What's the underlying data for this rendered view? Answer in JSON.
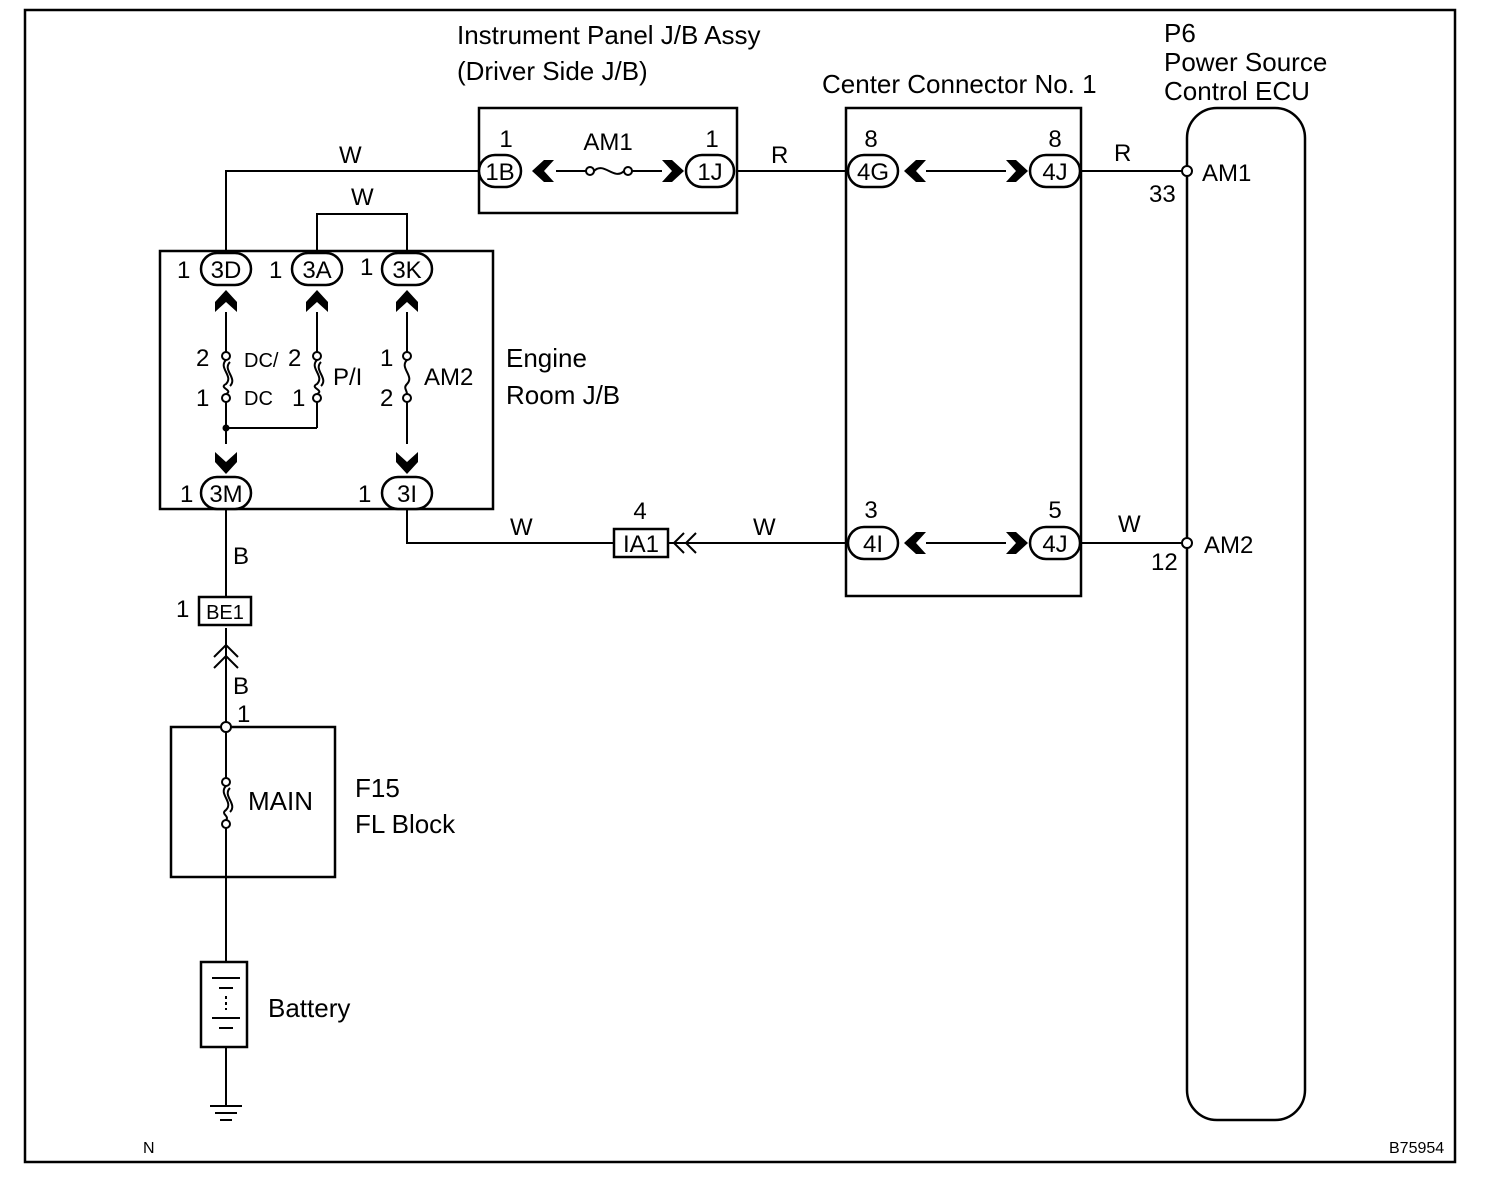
{
  "diagram_id": "B75954",
  "corner_mark": "N",
  "components": {
    "instrument_panel_jb": {
      "line1": "Instrument Panel J/B Assy",
      "line2": "(Driver Side J/B)",
      "fuse": "AM1"
    },
    "center_connector": {
      "label": "Center Connector No. 1"
    },
    "ecu": {
      "code": "P6",
      "line1": "Power Source",
      "line2": "Control ECU",
      "pin_am1": "AM1",
      "pin_am1_no": "33",
      "pin_am2": "AM2",
      "pin_am2_no": "12"
    },
    "engine_room_jb": {
      "line1": "Engine",
      "line2": "Room J/B",
      "fuse_dcdc_a": "DC/",
      "fuse_dcdc_b": "DC",
      "fuse_pi": "P/I",
      "fuse_am2": "AM2"
    },
    "fl_block": {
      "code": "F15",
      "label": "FL Block",
      "fuse": "MAIN"
    },
    "battery": {
      "label": "Battery"
    }
  },
  "connectors": {
    "c1B": {
      "id": "1B",
      "pin": "1"
    },
    "c1J": {
      "id": "1J",
      "pin": "1"
    },
    "c4G": {
      "id": "4G",
      "pin": "8"
    },
    "c4J_top": {
      "id": "4J",
      "pin": "8"
    },
    "c4I": {
      "id": "4I",
      "pin": "3"
    },
    "c4J_bot": {
      "id": "4J",
      "pin": "5"
    },
    "c3D": {
      "id": "3D",
      "pin": "1"
    },
    "c3A": {
      "id": "3A",
      "pin": "1"
    },
    "c3K": {
      "id": "3K",
      "pin": "1"
    },
    "c3M": {
      "id": "3M",
      "pin": "1"
    },
    "c3I": {
      "id": "3I",
      "pin": "1"
    },
    "cIA1": {
      "id": "IA1",
      "pin": "4"
    },
    "cBE1": {
      "id": "BE1",
      "pin": "1"
    }
  },
  "fuse_pins": {
    "p2": "2",
    "p1": "1"
  },
  "fl_pin": "1",
  "wires": {
    "white": "W",
    "red": "R",
    "black": "B"
  }
}
